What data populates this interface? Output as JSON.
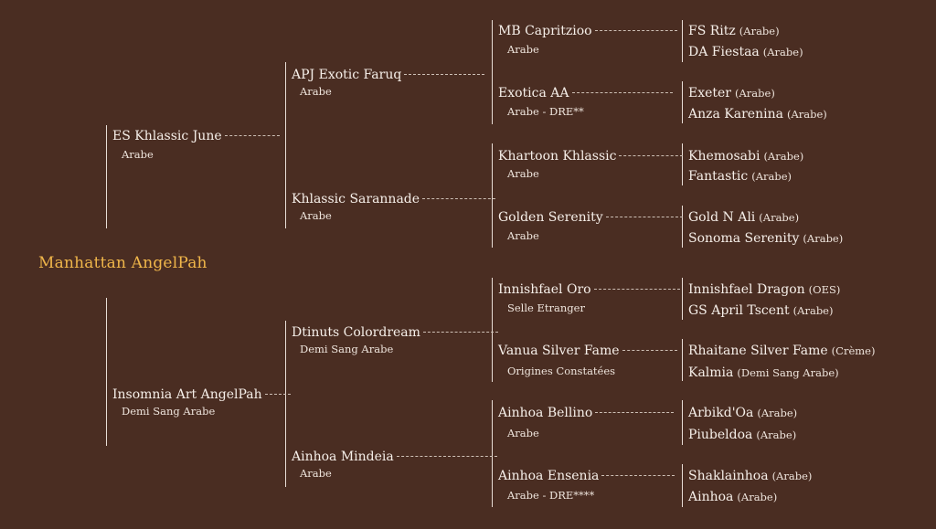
{
  "root": "Manhattan AngelPah",
  "sire": {
    "name": "ES Khlassic June",
    "breed": "Arabe"
  },
  "dam": {
    "name": "Insomnia Art AngelPah",
    "breed": "Demi Sang Arabe"
  },
  "gen2": [
    {
      "name": "APJ Exotic Faruq",
      "breed": "Arabe"
    },
    {
      "name": "Khlassic Sarannade",
      "breed": "Arabe"
    },
    {
      "name": "Dtinuts Colordream",
      "breed": "Demi Sang Arabe"
    },
    {
      "name": "Ainhoa Mindeia",
      "breed": "Arabe"
    }
  ],
  "gen3": [
    {
      "name": "MB Capritzioo",
      "breed": "Arabe"
    },
    {
      "name": "Exotica AA",
      "breed": "Arabe - DRE**"
    },
    {
      "name": "Khartoon Khlassic",
      "breed": "Arabe"
    },
    {
      "name": "Golden Serenity",
      "breed": "Arabe"
    },
    {
      "name": "Innishfael Oro",
      "breed": "Selle Etranger"
    },
    {
      "name": "Vanua Silver Fame",
      "breed": "Origines Constatées"
    },
    {
      "name": "Ainhoa Bellino",
      "breed": "Arabe"
    },
    {
      "name": "Ainhoa Ensenia",
      "breed": "Arabe - DRE****"
    }
  ],
  "gen4": [
    {
      "name": "FS Ritz",
      "breed": "(Arabe)"
    },
    {
      "name": "DA Fiestaa",
      "breed": "(Arabe)"
    },
    {
      "name": "Exeter",
      "breed": "(Arabe)"
    },
    {
      "name": "Anza Karenina",
      "breed": "(Arabe)"
    },
    {
      "name": "Khemosabi",
      "breed": "(Arabe)"
    },
    {
      "name": "Fantastic",
      "breed": "(Arabe)"
    },
    {
      "name": "Gold N Ali",
      "breed": "(Arabe)"
    },
    {
      "name": "Sonoma Serenity",
      "breed": "(Arabe)"
    },
    {
      "name": "Innishfael Dragon",
      "breed": "(OES)"
    },
    {
      "name": "GS April Tscent",
      "breed": "(Arabe)"
    },
    {
      "name": "Rhaitane Silver Fame",
      "breed": "(Crème)"
    },
    {
      "name": "Kalmia",
      "breed": "(Demi Sang Arabe)"
    },
    {
      "name": "Arbikd'Oa",
      "breed": "(Arabe)"
    },
    {
      "name": "Piubeldoa",
      "breed": "(Arabe)"
    },
    {
      "name": "Shaklainhoa",
      "breed": "(Arabe)"
    },
    {
      "name": "Ainhoa",
      "breed": "(Arabe)"
    }
  ]
}
